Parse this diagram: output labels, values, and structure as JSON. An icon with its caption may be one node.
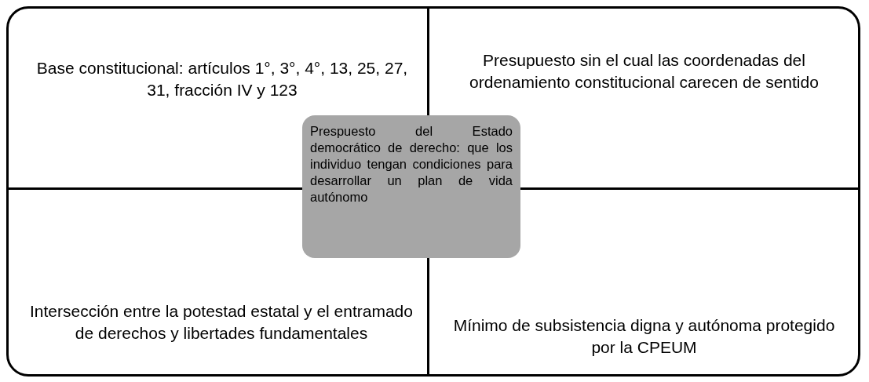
{
  "diagram": {
    "nodes": [
      {
        "text": [],
        "shape": "box"
      },
      {
        "text": [
          "Base constitucional: artículos 1°, 3°, 4°, 13, 25, 27, 31, fracción IV y 123"
        ],
        "in": 0
      },
      {
        "text": [
          "Presupuesto sin el cual las coordenadas del ordenamiento constitucional carecen de sentido"
        ],
        "in": 0
      },
      {
        "text": [
          "Intersección entre la potestad estatal y el entramado de derechos y libertades fundamentales"
        ],
        "in": 0
      },
      {
        "text": [
          "Mínimo de subsistencia digna y autónoma protegido por la CPEUM"
        ],
        "in": 0
      },
      {
        "text": [
          "Prespuesto del Estado democrático de derecho: que los individuo tengan condiciones para desarrollar un plan de vida autónomo"
        ],
        "in": 0
      }
    ]
  }
}
